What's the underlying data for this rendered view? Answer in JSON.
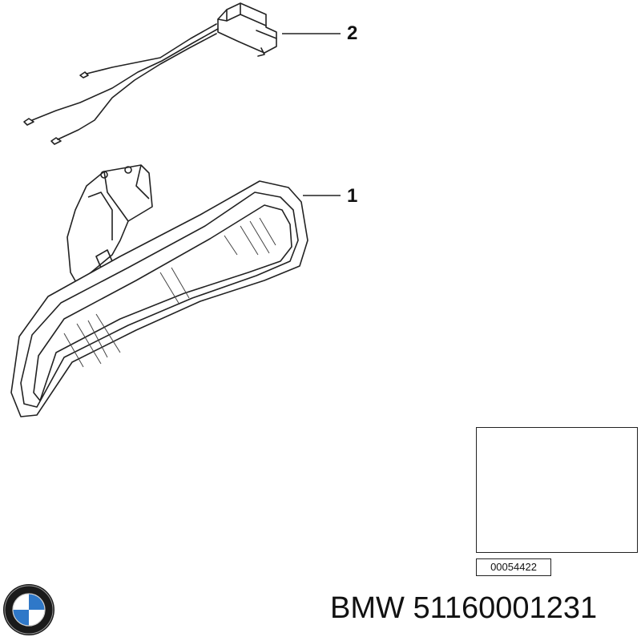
{
  "diagram": {
    "callouts": [
      {
        "number": "2",
        "part": "wiring-harness"
      },
      {
        "number": "1",
        "part": "rearview-mirror"
      }
    ],
    "reference_code": "00054422",
    "brand": "BMW",
    "part_number": "51160001231",
    "logo": "bmw-roundel-logo",
    "colors": {
      "line": "#222222",
      "logo_blue": "#2f78c8",
      "logo_ring": "#1a1a1a",
      "background": "#ffffff"
    }
  }
}
